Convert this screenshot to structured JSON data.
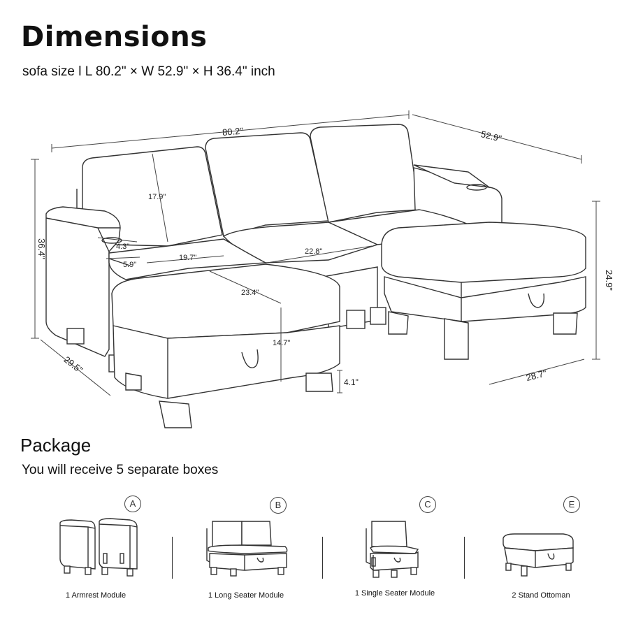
{
  "header": {
    "title": "Dimensions",
    "subtitle": "sofa size l L 80.2\" × W 52.9\" × H 36.4\" inch"
  },
  "dimensions": {
    "length": "80.2\"",
    "width": "52.9\"",
    "height": "36.4\"",
    "ottoman_height": "24.9\"",
    "back_height": "17.9\"",
    "cup_depth": "4.3\"",
    "arm_width": "5.9\"",
    "seat_depth": "19.7\"",
    "seat_width": "22.8\"",
    "ottoman_depth": "23.4\"",
    "ottoman_width": "14.7\"",
    "leg_height": "4.1\"",
    "chaise_length": "29.5\"",
    "ottoman_length": "28.7\""
  },
  "package": {
    "title": "Package",
    "subtitle": "You will receive 5 separate boxes",
    "boxes": [
      {
        "letter": "A",
        "label": "1 Armrest Module"
      },
      {
        "letter": "B",
        "label": "1 Long Seater Module"
      },
      {
        "letter": "C",
        "label": "1 Single Seater Module"
      },
      {
        "letter": "E",
        "label": "2 Stand Ottoman"
      }
    ]
  }
}
